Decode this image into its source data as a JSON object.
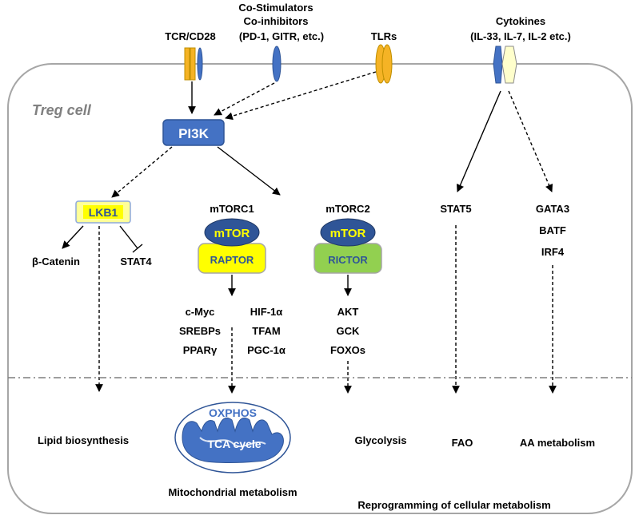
{
  "cell_label": "Treg cell",
  "receptors": {
    "tcr": "TCR/CD28",
    "costim_line1": "Co-Stimulators",
    "costim_line2": "Co-inhibitors",
    "costim_line3": "(PD-1, GITR, etc.)",
    "tlrs": "TLRs",
    "cytokines_line1": "Cytokines",
    "cytokines_line2": "(IL-33, IL-7, IL-2 etc.)"
  },
  "nodes": {
    "pi3k": "PI3K",
    "lkb1": "LKB1",
    "beta_catenin": "β-Catenin",
    "stat4": "STAT4",
    "mtorc1": "mTORC1",
    "mtorc2": "mTORC2",
    "mtor1": "mTOR",
    "mtor2": "mTOR",
    "raptor": "RAPTOR",
    "rictor": "RICTOR",
    "stat5": "STAT5",
    "gata3": "GATA3",
    "batf": "BATF",
    "irf4": "IRF4"
  },
  "mtorc1_targets": {
    "left": [
      "c-Myc",
      "SREBPs",
      "PPARγ"
    ],
    "right": [
      "HIF-1α",
      "TFAM",
      "PGC-1α"
    ]
  },
  "mtorc2_targets": [
    "AKT",
    "GCK",
    "FOXOs"
  ],
  "outcomes": {
    "lipid": "Lipid biosynthesis",
    "oxphos": "OXPHOS",
    "tca": "TCA cycle",
    "mito": "Mitochondrial metabolism",
    "glycolysis": "Glycolysis",
    "fao": "FAO",
    "aa": "AA metabolism",
    "reprogramming": "Reprogramming of cellular metabolism"
  },
  "colors": {
    "blue": "#4472C4",
    "blue_dark": "#2F5597",
    "orange": "#F5B325",
    "yellow": "#FFFF00",
    "yellow_light": "#FFFF99",
    "green": "#92D050",
    "cell_border": "#A6A6A6",
    "mito_fill": "#DAE3F3"
  }
}
